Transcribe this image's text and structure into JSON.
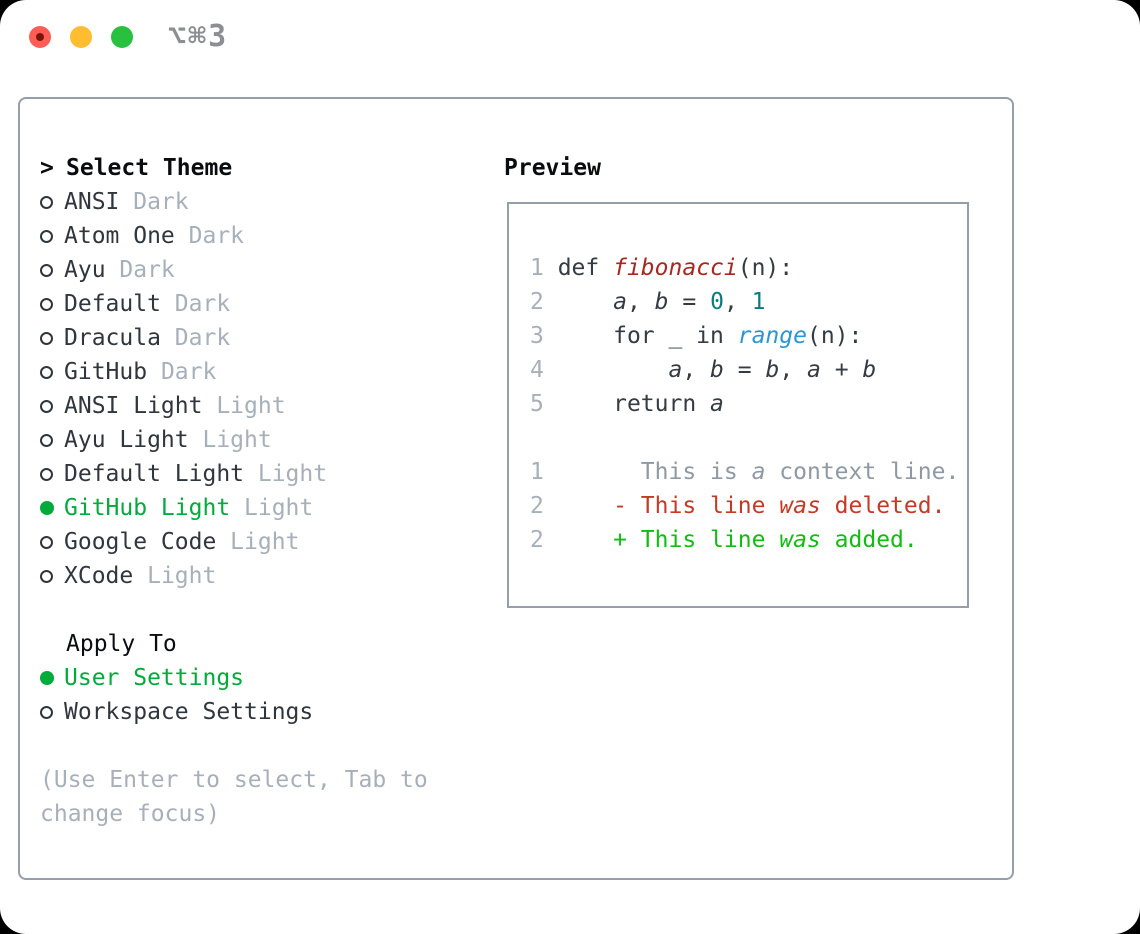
{
  "window": {
    "title": "⌥⌘3",
    "traffic_lights": [
      {
        "name": "close",
        "color": "#ff5d55"
      },
      {
        "name": "minimize",
        "color": "#ffbd2f"
      },
      {
        "name": "zoom",
        "color": "#2ac03f"
      }
    ]
  },
  "theme_panel": {
    "header_marker": ">",
    "header": "Select Theme",
    "items": [
      {
        "name": "ANSI",
        "variant": "Dark",
        "selected": false
      },
      {
        "name": "Atom One",
        "variant": "Dark",
        "selected": false
      },
      {
        "name": "Ayu",
        "variant": "Dark",
        "selected": false
      },
      {
        "name": "Default",
        "variant": "Dark",
        "selected": false
      },
      {
        "name": "Dracula",
        "variant": "Dark",
        "selected": false
      },
      {
        "name": "GitHub",
        "variant": "Dark",
        "selected": false
      },
      {
        "name": "ANSI Light",
        "variant": "Light",
        "selected": false
      },
      {
        "name": "Ayu Light",
        "variant": "Light",
        "selected": false
      },
      {
        "name": "Default Light",
        "variant": "Light",
        "selected": false
      },
      {
        "name": "GitHub Light",
        "variant": "Light",
        "selected": true
      },
      {
        "name": "Google Code",
        "variant": "Light",
        "selected": false
      },
      {
        "name": "XCode",
        "variant": "Light",
        "selected": false
      }
    ],
    "apply_to": {
      "label": "Apply To",
      "options": [
        {
          "name": "User Settings",
          "selected": true
        },
        {
          "name": "Workspace Settings",
          "selected": false
        }
      ]
    },
    "hint": "(Use Enter to select, Tab to change focus)"
  },
  "preview": {
    "label": "Preview",
    "lines": [
      [
        [
          "ln",
          "1"
        ],
        [
          "code",
          " def "
        ],
        [
          "func",
          "fibonacci"
        ],
        [
          "code",
          "(n):"
        ]
      ],
      [
        [
          "ln",
          "2"
        ],
        [
          "code",
          "     "
        ],
        [
          "var",
          "a"
        ],
        [
          "code",
          ", "
        ],
        [
          "var",
          "b"
        ],
        [
          "code",
          " = "
        ],
        [
          "num",
          "0"
        ],
        [
          "code",
          ", "
        ],
        [
          "num",
          "1"
        ]
      ],
      [
        [
          "ln",
          "3"
        ],
        [
          "code",
          "     for _ in "
        ],
        [
          "builtin",
          "range"
        ],
        [
          "code",
          "(n):"
        ]
      ],
      [
        [
          "ln",
          "4"
        ],
        [
          "code",
          "         "
        ],
        [
          "var",
          "a"
        ],
        [
          "code",
          ", "
        ],
        [
          "var",
          "b"
        ],
        [
          "code",
          " = "
        ],
        [
          "var",
          "b"
        ],
        [
          "code",
          ", "
        ],
        [
          "var",
          "a"
        ],
        [
          "code",
          " + "
        ],
        [
          "var",
          "b"
        ]
      ],
      [
        [
          "ln",
          "5"
        ],
        [
          "code",
          "     return "
        ],
        [
          "var",
          "a"
        ]
      ],
      [],
      [
        [
          "ln",
          "1"
        ],
        [
          "ctx",
          "       This is "
        ],
        [
          "ctx-i",
          "a"
        ],
        [
          "ctx",
          " context line."
        ]
      ],
      [
        [
          "ln",
          "2"
        ],
        [
          "del",
          "     - This line "
        ],
        [
          "del-i",
          "was"
        ],
        [
          "del",
          " deleted."
        ]
      ],
      [
        [
          "ln",
          "2"
        ],
        [
          "add",
          "     + This line "
        ],
        [
          "add-i",
          "was"
        ],
        [
          "add",
          " added."
        ]
      ]
    ]
  },
  "colors": {
    "accent-green": "#00ab3c",
    "added": "#10bd10",
    "deleted": "#c43a27",
    "func": "#a8271e",
    "number": "#0c7b7e",
    "builtin": "#2b97cf",
    "code": "#343b43",
    "context": "#8f99a3",
    "text-dark": "#30363d",
    "muted": "#a7b0ba",
    "heading": "#0a0d10",
    "border": "#959fa9",
    "titlebar-text": "#8b8e92",
    "traffic-red": "#ff5d55",
    "traffic-red-dot": "#7d1408",
    "traffic-yellow": "#ffbd2f",
    "traffic-green": "#2ac03f"
  }
}
